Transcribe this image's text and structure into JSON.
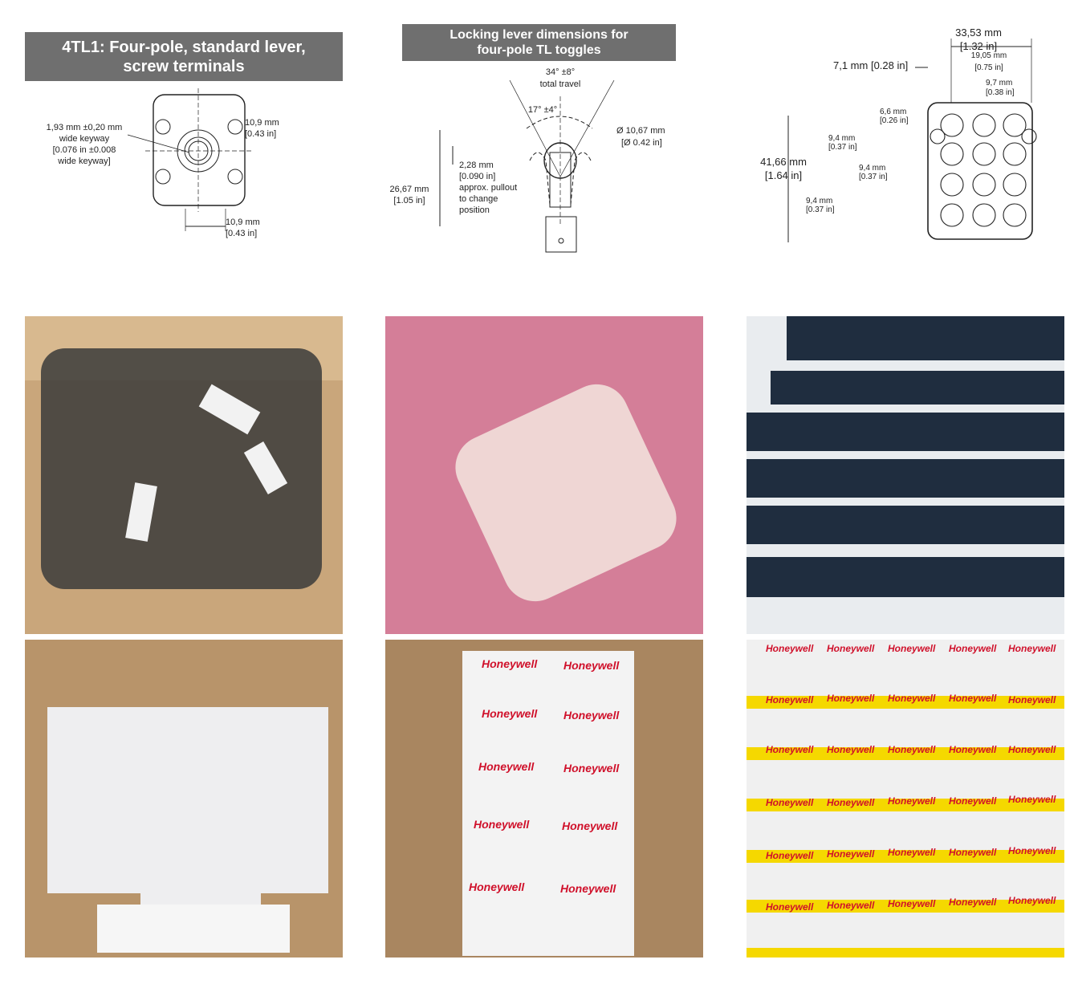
{
  "tiles": {
    "t1": {
      "banner_line1": "4TL1: Four-pole, standard lever,",
      "banner_line2": "screw terminals",
      "ann_keyway_1": "1,93 mm ±0,20 mm",
      "ann_keyway_2": "wide keyway",
      "ann_keyway_3": "[0.076 in ±0.008",
      "ann_keyway_4": "wide keyway]",
      "ann_top_mm": "10,9 mm",
      "ann_top_in": "[0.43 in]",
      "ann_bottom_mm": "10,9 mm",
      "ann_bottom_in": "[0.43 in]"
    },
    "t2": {
      "banner_line1": "Locking lever dimensions for",
      "banner_line2": "four-pole TL toggles",
      "ann_travel_1": "34° ±8°",
      "ann_travel_2": "total travel",
      "ann_angle": "17° ±4°",
      "ann_dia_mm": "Ø 10,67 mm",
      "ann_dia_in": "[Ø 0.42 in]",
      "ann_pull_1": "2,28 mm",
      "ann_pull_2": "[0.090 in]",
      "ann_pull_3": "approx. pullout",
      "ann_pull_4": "to change",
      "ann_pull_5": "position",
      "ann_h_mm": "26,67 mm",
      "ann_h_in": "[1.05 in]"
    },
    "t3": {
      "ann_w_mm": "33,53 mm",
      "ann_w_in": "[1.32 in]",
      "ann_w2_mm": "19,05 mm",
      "ann_w2_in": "[0.75 in]",
      "ann_left_mm": "7,1 mm [0.28 in]",
      "ann_w3_mm": "9,7 mm",
      "ann_w3_in": "[0.38 in]",
      "ann_v1_mm": "6,6 mm",
      "ann_v1_in": "[0.26 in]",
      "ann_v2_mm": "9,4 mm",
      "ann_v2_in": "[0.37 in]",
      "ann_v3_mm": "9,4 mm",
      "ann_v3_in": "[0.37 in]",
      "ann_v4_mm": "9,4 mm",
      "ann_v4_in": "[0.37 in]",
      "ann_h_mm": "41,66 mm",
      "ann_h_in": "[1.64 in]"
    },
    "t8": {
      "brand": "Honeywell"
    },
    "t9": {
      "brand": "Honeywell"
    }
  }
}
